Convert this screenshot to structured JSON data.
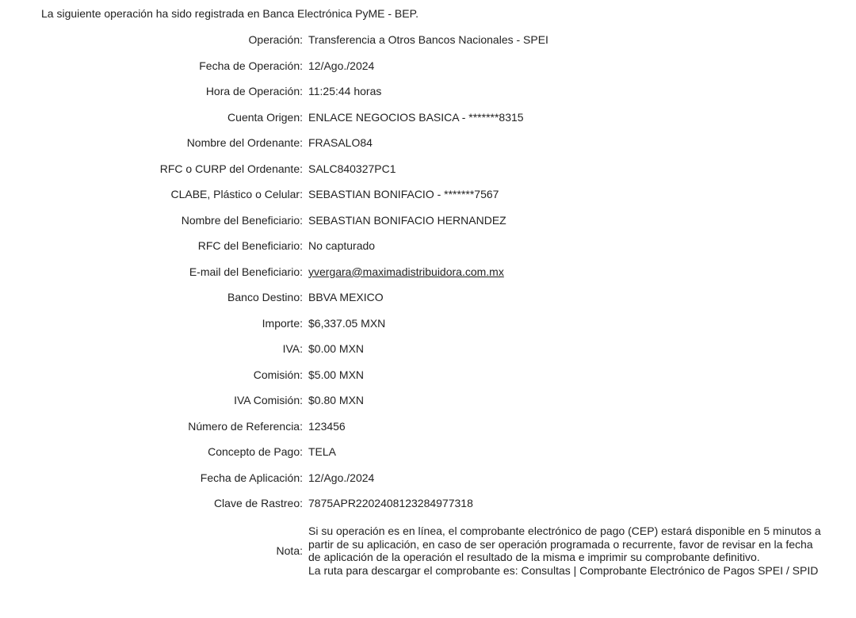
{
  "intro": "La siguiente operación ha sido registrada en Banca Electrónica PyME - BEP.",
  "rows": [
    {
      "label": "Operación:",
      "value": "Transferencia a Otros Bancos Nacionales - SPEI"
    },
    {
      "label": "Fecha de Operación:",
      "value": "12/Ago./2024"
    },
    {
      "label": "Hora de Operación:",
      "value": "11:25:44 horas"
    },
    {
      "label": "Cuenta Origen:",
      "value": "ENLACE NEGOCIOS BASICA - *******8315"
    },
    {
      "label": "Nombre del Ordenante:",
      "value": "FRASALO84"
    },
    {
      "label": "RFC o CURP del Ordenante:",
      "value": "SALC840327PC1"
    },
    {
      "label": "CLABE, Plástico o Celular:",
      "value": "SEBASTIAN BONIFACIO - *******7567"
    },
    {
      "label": "Nombre del Beneficiario:",
      "value": "SEBASTIAN BONIFACIO HERNANDEZ"
    },
    {
      "label": "RFC del Beneficiario:",
      "value": "No capturado"
    },
    {
      "label": "E-mail del Beneficiario:",
      "value": "yvergara@maximadistribuidora.com.mx"
    },
    {
      "label": "Banco Destino:",
      "value": "BBVA MEXICO"
    },
    {
      "label": "Importe:",
      "value": "$6,337.05 MXN"
    },
    {
      "label": "IVA:",
      "value": "$0.00 MXN"
    },
    {
      "label": "Comisión:",
      "value": "$5.00 MXN"
    },
    {
      "label": "IVA Comisión:",
      "value": "$0.80 MXN"
    },
    {
      "label": "Número de Referencia:",
      "value": "123456"
    },
    {
      "label": "Concepto de Pago:",
      "value": "TELA"
    },
    {
      "label": "Fecha de Aplicación:",
      "value": "12/Ago./2024"
    },
    {
      "label": "Clave de Rastreo:",
      "value": "7875APR22024081232849773​18"
    }
  ],
  "note": {
    "label": "Nota:",
    "text1": "Si su operación es en línea, el comprobante electrónico de pago (CEP) estará disponible en 5 minutos a partir de su aplicación, en caso de ser operación programada o recurrente, favor de revisar en la fecha de aplicación de la operación el resultado de la misma e imprimir su comprobante definitivo.",
    "text2": "La ruta para descargar el comprobante es: Consultas | Comprobante Electrónico de Pagos SPEI / SPID"
  }
}
